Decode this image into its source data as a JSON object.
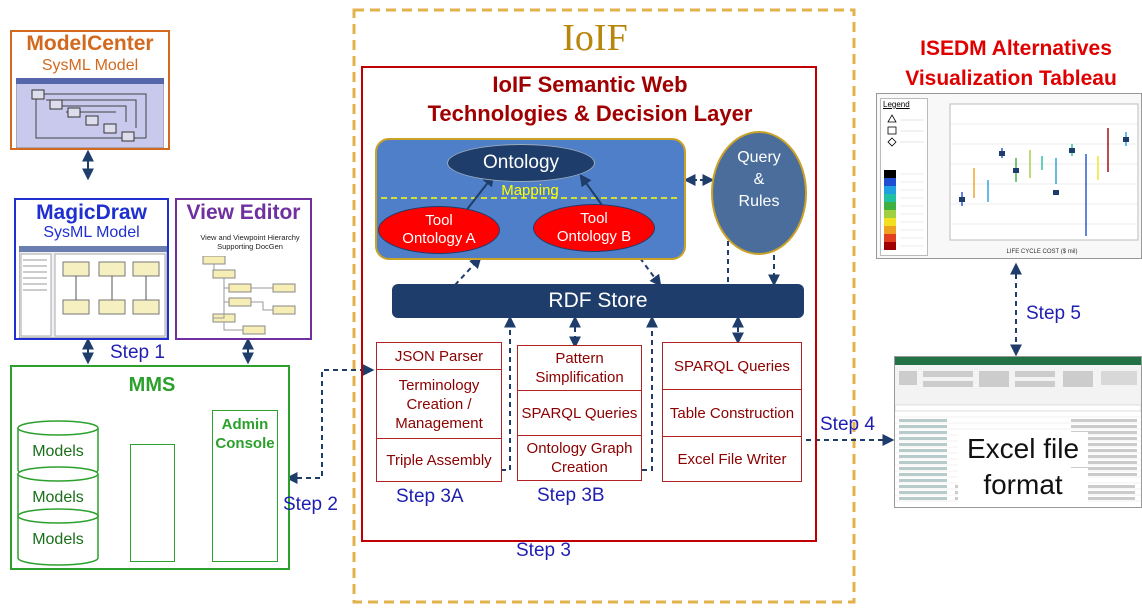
{
  "left": {
    "modelcenter": {
      "title": "ModelCenter",
      "subtitle": "SysML Model"
    },
    "magicdraw": {
      "title": "MagicDraw",
      "subtitle": "SysML Model"
    },
    "view_editor": {
      "title": "View Editor",
      "thumb_title": "View and Viewpoint Hierarchy Supporting DocGen"
    },
    "mms": {
      "title": "MMS",
      "models": [
        "Models",
        "Models",
        "Models"
      ],
      "admin_console": "Admin Console"
    }
  },
  "iof": {
    "title": "IoIF",
    "semantic_title_line1": "IoIF Semantic Web",
    "semantic_title_line2": "Technologies & Decision Layer",
    "ontology": "Ontology",
    "mapping": "Mapping",
    "tool_a": "Tool Ontology A",
    "tool_b": "Tool Ontology B",
    "query_rules": [
      "Query",
      "&",
      "Rules"
    ],
    "rdf_store": "RDF Store",
    "col_a": [
      "JSON Parser",
      "Terminology Creation / Management",
      "Triple Assembly"
    ],
    "col_b": [
      "Pattern Simplification",
      "SPARQL Queries",
      "Ontology Graph Creation"
    ],
    "col_c": [
      "SPARQL Queries",
      "Table Construction",
      "Excel File Writer"
    ]
  },
  "steps": {
    "step1": "Step 1",
    "step2": "Step 2",
    "step3": "Step 3",
    "step3a": "Step 3A",
    "step3b": "Step 3B",
    "step4": "Step 4",
    "step5": "Step 5"
  },
  "right": {
    "isedm_line1": "ISEDM Alternatives",
    "isedm_line2": "Visualization Tableau",
    "legend": "Legend",
    "x_axis": "LIFE CYCLE COST ($ mil)",
    "excel_line1": "Excel file",
    "excel_line2": "format"
  },
  "colors": {
    "modelcenter": "#d2691e",
    "magicdraw": "#1f2fd0",
    "view_editor": "#7030a0",
    "mms_green": "#2ca02c",
    "iof_gold": "#b8860b",
    "dark_red": "#a00000",
    "blue_panel": "#4f7fc8",
    "navy": "#1f3d6b",
    "tool_red": "#ff0000",
    "isedm_red": "#e00000",
    "step_blue": "#1f1fb0"
  }
}
